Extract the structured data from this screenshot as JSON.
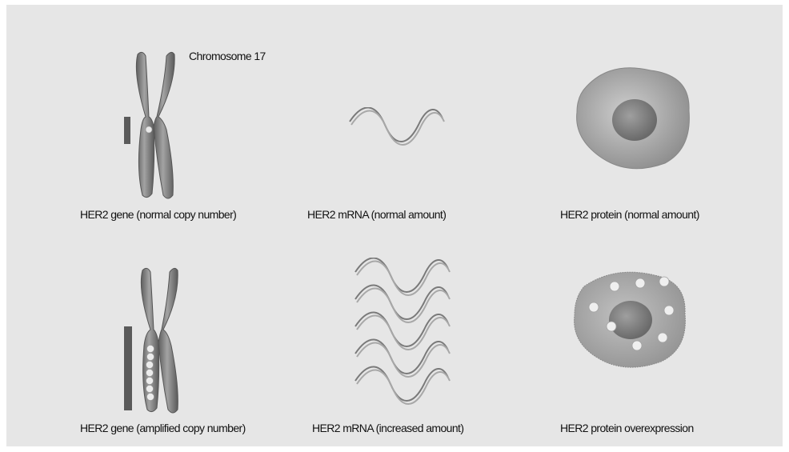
{
  "title": "Chromosome 17",
  "rows": [
    {
      "gene_label": "HER2 gene (normal copy number)",
      "mrna_label": "HER2 mRNA (normal amount)",
      "protein_label": "HER2 protein (normal amount)"
    },
    {
      "gene_label": "HER2 gene (amplified copy number)",
      "mrna_label": "HER2 mRNA (increased amount)",
      "protein_label": "HER2 protein overexpression"
    }
  ],
  "colors": {
    "background": "#e6e6e6",
    "chromosome": "#8c8c8c",
    "gene_bar": "#5a5a5a",
    "cell": "#b5b5b5",
    "nucleus": "#8a8a8a"
  }
}
